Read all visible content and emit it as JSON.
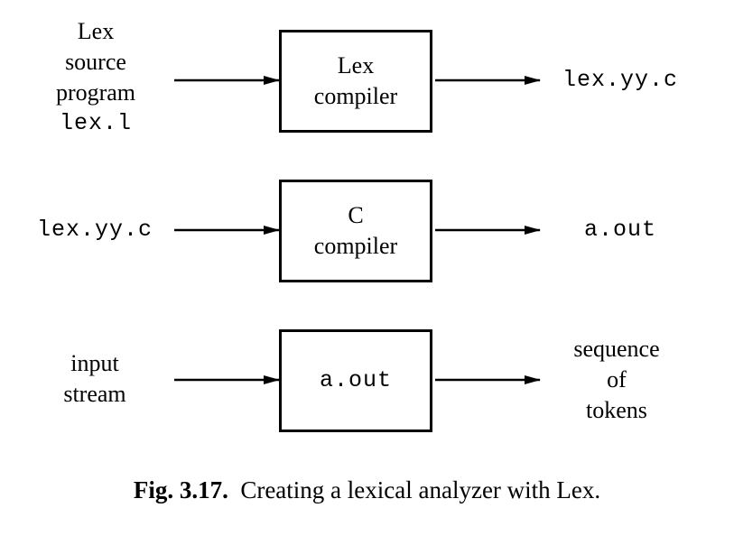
{
  "row1": {
    "input_lines": [
      "Lex",
      "source",
      "program"
    ],
    "input_mono": "lex.l",
    "box_lines": [
      "Lex",
      "compiler"
    ],
    "output": "lex.yy.c"
  },
  "row2": {
    "input": "lex.yy.c",
    "box_lines": [
      "C",
      "compiler"
    ],
    "output": "a.out"
  },
  "row3": {
    "input_lines": [
      "input",
      "stream"
    ],
    "box": "a.out",
    "output_lines": [
      "sequence",
      "of",
      "tokens"
    ]
  },
  "caption": {
    "label": "Fig. 3.17.",
    "text": "Creating a lexical analyzer with Lex."
  }
}
